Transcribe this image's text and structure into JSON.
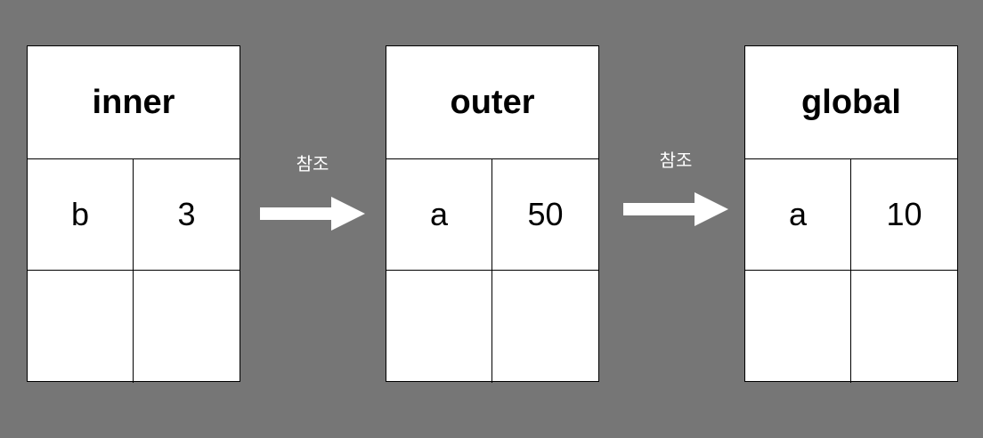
{
  "background_color": "#767676",
  "scopes": [
    {
      "title": "inner",
      "rows": [
        {
          "name": "b",
          "value": "3"
        },
        {
          "name": "",
          "value": ""
        }
      ]
    },
    {
      "title": "outer",
      "rows": [
        {
          "name": "a",
          "value": "50"
        },
        {
          "name": "",
          "value": ""
        }
      ]
    },
    {
      "title": "global",
      "rows": [
        {
          "name": "a",
          "value": "10"
        },
        {
          "name": "",
          "value": ""
        }
      ]
    }
  ],
  "arrows": [
    {
      "label": "참조",
      "color": "#ffffff"
    },
    {
      "label": "참조",
      "color": "#ffffff"
    }
  ]
}
